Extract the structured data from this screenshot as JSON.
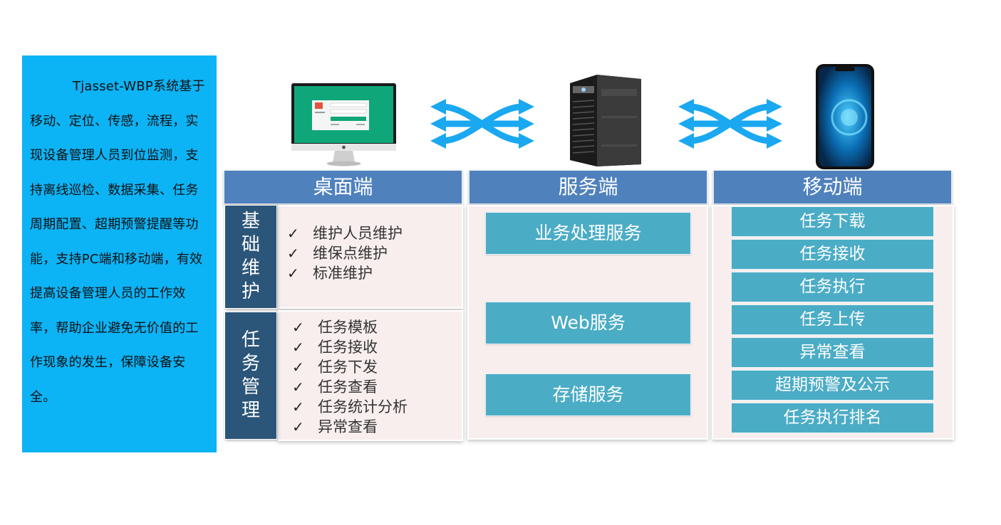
{
  "intro": {
    "text": "Tjasset-WBP系统基于移动、定位、传感，流程，实现设备管理人员到位监测，支持离线巡检、数据采集、任务周期配置、超期预警提醒等功能，支持PC端和移动端，有效提高设备管理人员的工作效率，帮助企业避免无价值的工作现象的发生，保障设备安全。"
  },
  "desktop": {
    "header": "桌面端",
    "groups": [
      {
        "label": "基础维护",
        "items": [
          "维护人员维护",
          "维保点维护",
          "标准维护"
        ]
      },
      {
        "label": "任务管理",
        "items": [
          "任务模板",
          "任务接收",
          "任务下发",
          "任务查看",
          "任务统计分析",
          "异常查看"
        ]
      }
    ],
    "check_mark": "✓"
  },
  "server": {
    "header": "服务端",
    "services": [
      "业务处理服务",
      "Web服务",
      "存储服务"
    ]
  },
  "mobile": {
    "header": "移动端",
    "functions": [
      "任务下载",
      "任务接收",
      "任务执行",
      "任务上传",
      "异常查看",
      "超期预警及公示",
      "任务执行排名"
    ]
  },
  "colors": {
    "intro_bg": "#0cb3f5",
    "header_bg": "#4f81bd",
    "side_label_bg": "#2b5579",
    "service_bg": "#4bacc6",
    "panel_bg": "#f8eeee",
    "arrow": "#1aa8f0"
  },
  "icons": [
    "desktop-monitor-icon",
    "server-tower-icon",
    "smartphone-icon",
    "bidirectional-arrows-icon"
  ]
}
